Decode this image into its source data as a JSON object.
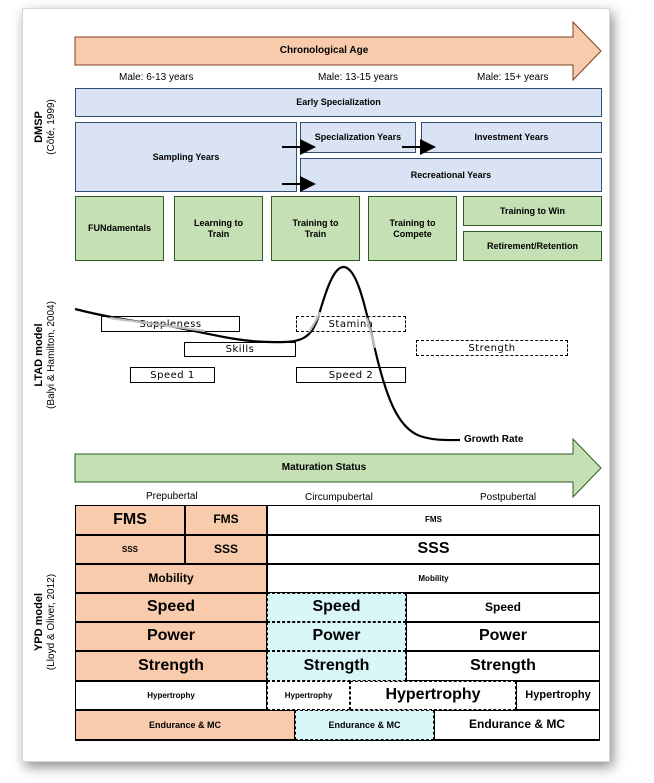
{
  "arrows": {
    "chronological_age": "Chronological Age",
    "maturation_status": "Maturation Status"
  },
  "age_labels": [
    "Male: 6-13 years",
    "Male: 13-15 years",
    "Male: 15+ years"
  ],
  "dmsp": {
    "side_title": "DMSP",
    "side_sub": "(Côté, 1999)",
    "early_specialization": "Early Specialization",
    "sampling_years": "Sampling Years",
    "specialization_years": "Specialization Years",
    "investment_years": "Investment Years",
    "recreational_years": "Recreational Years"
  },
  "stages": {
    "fundamentals": "FUNdamentals",
    "learning_to_train": "Learning to Train",
    "training_to_train": "Training to Train",
    "training_to_compete": "Training to Compete",
    "training_to_win": "Training to Win",
    "retirement": "Retirement/Retention"
  },
  "ltad": {
    "side_title": "LTAD model",
    "side_sub": "(Balyi & Hamilton, 2004)",
    "suppleness": "Suppleness",
    "skills": "Skills",
    "speed1": "Speed 1",
    "stamina": "Stamina",
    "strength": "Strength",
    "speed2": "Speed 2",
    "growth_rate": "Growth Rate"
  },
  "maturation_labels": [
    "Prepubertal",
    "Circumpubertal",
    "Postpubertal"
  ],
  "ypd": {
    "side_title": "YPD model",
    "side_sub": "(Lloyd & Oliver, 2012)",
    "fms": "FMS",
    "sss": "SSS",
    "mobility": "Mobility",
    "speed": "Speed",
    "power": "Power",
    "strength": "Strength",
    "hypertrophy": "Hypertrophy",
    "endurance": "Endurance & MC"
  },
  "colors": {
    "arrow_chrono": "#f8cbad",
    "arrow_maturation": "#c5e0b4",
    "dmsp_blue": "#dae3f3",
    "stage_green": "#c5e0b4",
    "ypd_orange": "#f8cbad",
    "ypd_cyan": "#d9f6f8"
  }
}
